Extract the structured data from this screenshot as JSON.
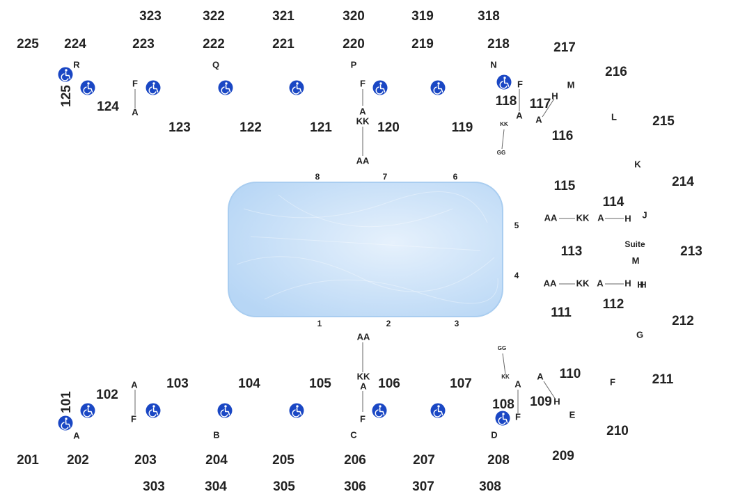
{
  "colors": {
    "text": "#222222",
    "accessible_icon": "#1a47c4",
    "rink_fill_light": "#e6f1fc",
    "rink_fill": "#b7d6f5",
    "rink_border": "#a9cdf0"
  },
  "icons": {
    "accessible": "wheelchair-icon"
  },
  "sections": [
    {
      "label": "323"
    },
    {
      "label": "322"
    },
    {
      "label": "321"
    },
    {
      "label": "320"
    },
    {
      "label": "319"
    },
    {
      "label": "318"
    },
    {
      "label": "225"
    },
    {
      "label": "224"
    },
    {
      "label": "223"
    },
    {
      "label": "222"
    },
    {
      "label": "221"
    },
    {
      "label": "220"
    },
    {
      "label": "219"
    },
    {
      "label": "218"
    },
    {
      "label": "217"
    },
    {
      "label": "216"
    },
    {
      "label": "215"
    },
    {
      "label": "214"
    },
    {
      "label": "213"
    },
    {
      "label": "212"
    },
    {
      "label": "211"
    },
    {
      "label": "210"
    },
    {
      "label": "209"
    },
    {
      "label": "125"
    },
    {
      "label": "124"
    },
    {
      "label": "123"
    },
    {
      "label": "122"
    },
    {
      "label": "121"
    },
    {
      "label": "120"
    },
    {
      "label": "119"
    },
    {
      "label": "118"
    },
    {
      "label": "117"
    },
    {
      "label": "116"
    },
    {
      "label": "115"
    },
    {
      "label": "114"
    },
    {
      "label": "113"
    },
    {
      "label": "112"
    },
    {
      "label": "111"
    },
    {
      "label": "110"
    },
    {
      "label": "109"
    },
    {
      "label": "108"
    },
    {
      "label": "107"
    },
    {
      "label": "106"
    },
    {
      "label": "105"
    },
    {
      "label": "104"
    },
    {
      "label": "103"
    },
    {
      "label": "102"
    },
    {
      "label": "101"
    },
    {
      "label": "201"
    },
    {
      "label": "202"
    },
    {
      "label": "203"
    },
    {
      "label": "204"
    },
    {
      "label": "205"
    },
    {
      "label": "206"
    },
    {
      "label": "207"
    },
    {
      "label": "208"
    },
    {
      "label": "303"
    },
    {
      "label": "304"
    },
    {
      "label": "305"
    },
    {
      "label": "306"
    },
    {
      "label": "307"
    },
    {
      "label": "308"
    }
  ],
  "row_labels": [
    "R",
    "Q",
    "P",
    "N",
    "M",
    "L",
    "K",
    "J",
    "H",
    "G",
    "F",
    "E",
    "D",
    "C",
    "B",
    "A",
    "F",
    "A",
    "F",
    "A",
    "KK",
    "AA",
    "F",
    "A",
    "KK",
    "GG",
    "H",
    "A",
    "AA",
    "KK",
    "A",
    "H",
    "AA",
    "KK",
    "A",
    "H",
    "H",
    "AA",
    "KK",
    "A",
    "F",
    "A",
    "F",
    "A",
    "F",
    "GG",
    "KK",
    "A",
    "H"
  ],
  "suite_label": "Suite",
  "suite_row": "M",
  "gates": [
    "8",
    "7",
    "6",
    "5",
    "4",
    "1",
    "2",
    "3"
  ]
}
